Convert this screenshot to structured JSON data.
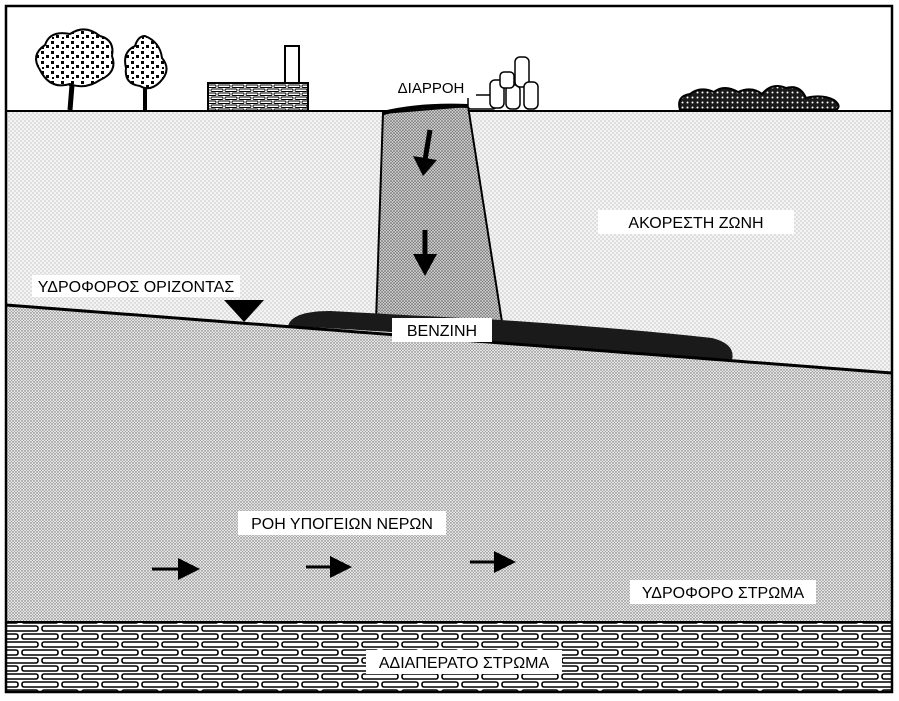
{
  "labels": {
    "leak": "ΔΙΑΡΡΟΗ",
    "unsaturated_zone": "ΑΚΟΡΕΣΤΗ ΖΩΝΗ",
    "water_table": "ΥΔΡΟΦΟΡΟΣ ΟΡΙΖΟΝΤΑΣ",
    "gasoline": "ΒΕΝΖΙΝΗ",
    "groundwater_flow": "ΡΟΗ ΥΠΟΓΕΙΩΝ ΝΕΡΩΝ",
    "aquifer": "ΥΔΡΟΦΟΡΟ ΣΤΡΩΜΑ",
    "impermeable_layer": "ΑΔΙΑΠΕΡΑΤΟ ΣΤΡΩΜΑ"
  },
  "colors": {
    "ink": "#000000",
    "paper": "#ffffff",
    "soil_dots": "#8a8a8a",
    "plume_fill": "#bdbdbd",
    "gasoline_pool": "#1a1a1a"
  },
  "icons": [
    "tree-icon",
    "house-icon",
    "tanks-icon",
    "shrubs-icon",
    "water-table-marker-icon",
    "flow-arrow-icon"
  ]
}
